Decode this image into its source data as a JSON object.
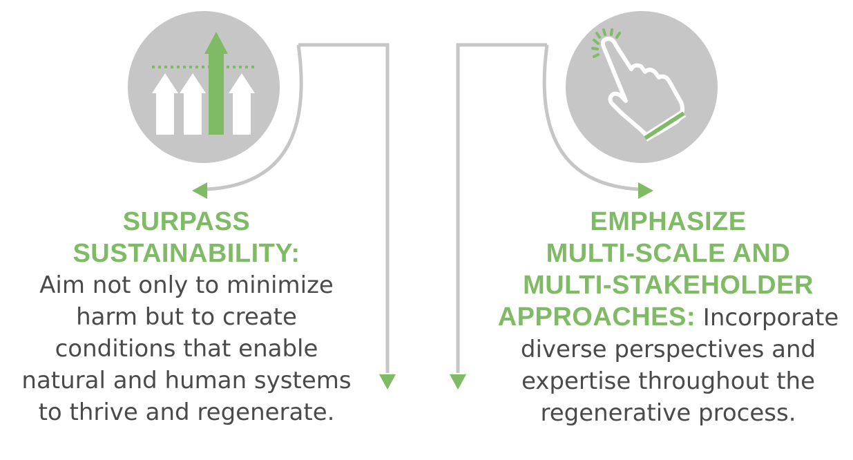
{
  "colors": {
    "accent": "#7fba64",
    "circle": "#c6c6c6",
    "connector": "#c6c6c6",
    "text": "#4a4a4a"
  },
  "left": {
    "icon": "arrows-up-icon",
    "heading_1": "SURPASS",
    "heading_2": "SUSTAINABILITY:",
    "body_lines": [
      "Aim not only to minimize",
      "harm but to create",
      "conditions that enable",
      "natural and human systems",
      "to thrive and regenerate."
    ]
  },
  "right": {
    "icon": "pointing-hand-icon",
    "heading_1": "EMPHASIZE",
    "heading_2": "MULTI-SCALE AND",
    "heading_3": "MULTI-STAKEHOLDER",
    "heading_4": "APPROACHES:",
    "body_1": " Incorporate",
    "body_lines": [
      "diverse perspectives and",
      "expertise throughout the",
      "regenerative process."
    ]
  }
}
